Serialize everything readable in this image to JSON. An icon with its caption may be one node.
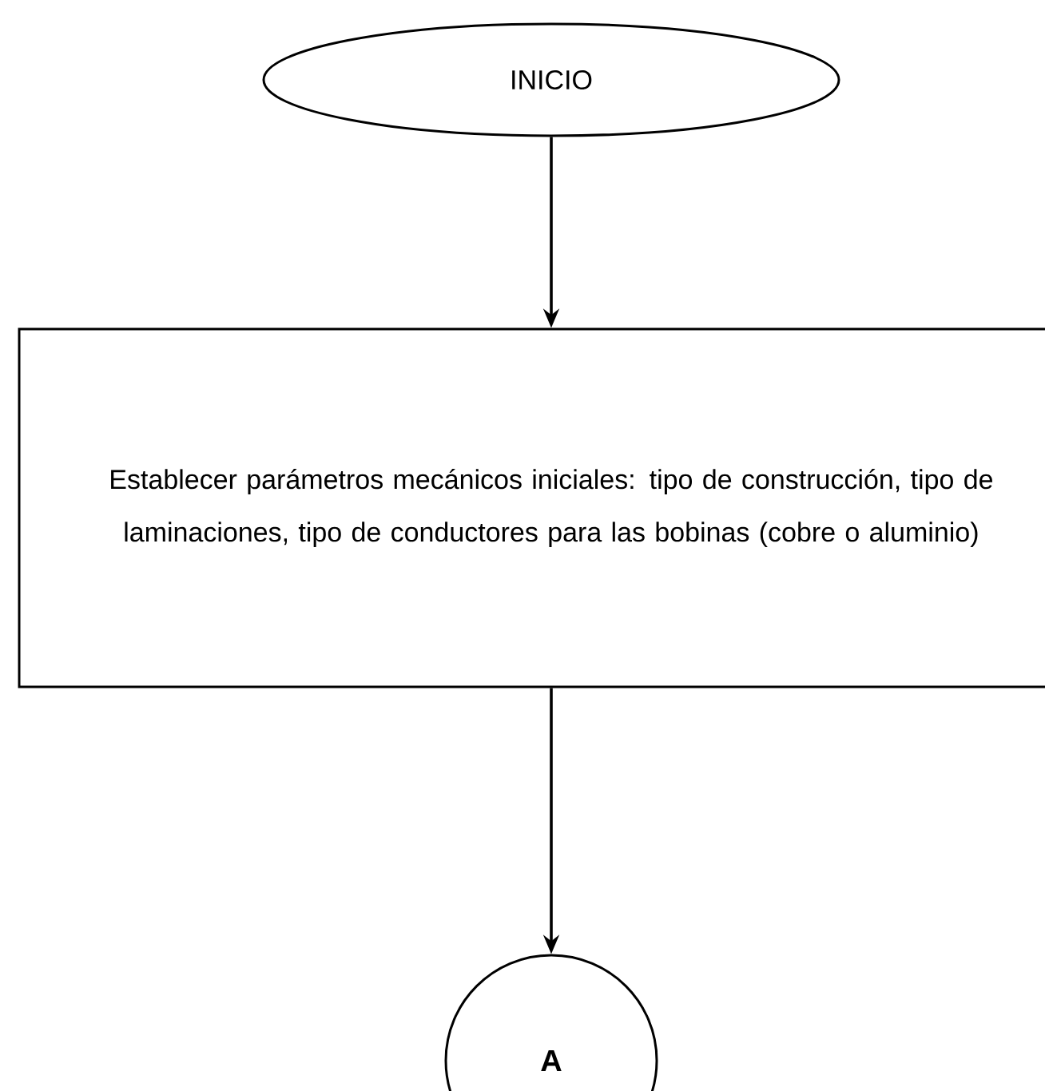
{
  "diagram": {
    "nodes": [
      {
        "text": [
          "INICIO"
        ]
      },
      {
        "text": [
          "Establecer parámetros mecánicos iniciales: tipo de construcción, tipo de laminaciones, tipo de conductores para las bobinas (cobre o aluminio)"
        ]
      },
      {
        "text": [
          "A"
        ]
      }
    ],
    "edges": [
      {
        "from": 0,
        "to": 1,
        "arrow": "to"
      },
      {
        "from": 1,
        "to": 2,
        "arrow": "to"
      }
    ]
  }
}
